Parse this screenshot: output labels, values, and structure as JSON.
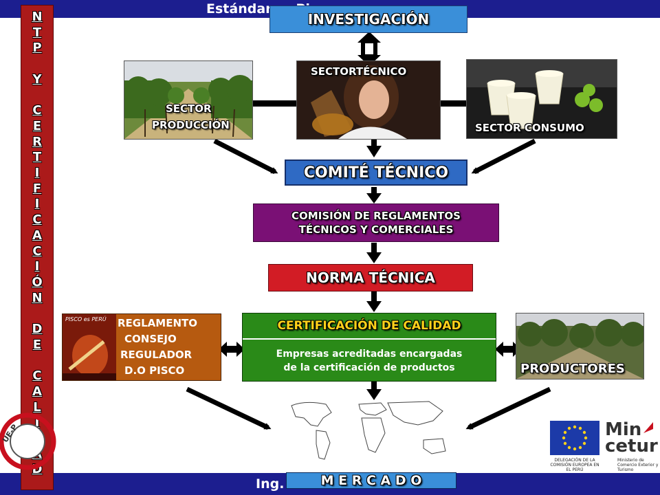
{
  "header": {
    "title": "Estándar ... Pisco"
  },
  "footer": {
    "author": "Ing."
  },
  "sidebar": {
    "vertical_text": [
      "N",
      "T",
      "P",
      "",
      "Y",
      "",
      "C",
      "E",
      "R",
      "T",
      "I",
      "F",
      "I",
      "C",
      "A",
      "C",
      "I",
      "Ó",
      "N",
      "",
      "D",
      "E",
      "",
      "C",
      "A",
      "L",
      "I",
      "D",
      "A",
      "D"
    ]
  },
  "nodes": {
    "investigacion": "INVESTIGACIÓN",
    "sector_tecnico": "SECTORTÉCNICO",
    "sector_produccion_1": "SECTOR",
    "sector_produccion_2": "PRODUCCIÓN",
    "sector_consumo": "SECTOR CONSUMO",
    "comite_tecnico": "COMITÉ TÉCNICO",
    "comision_1": "COMISIÓN DE REGLAMENTOS",
    "comision_2": "TÉCNICOS Y COMERCIALES",
    "norma_tecnica": "NORMA TÉCNICA",
    "certificacion_title": "CERTIFICACIÓN DE CALIDAD",
    "certificacion_body_1": "Empresas acreditadas encargadas",
    "certificacion_body_2": "de la certificación de productos",
    "reglamento": [
      "REGLAMENTO",
      "CONSEJO",
      "REGULADOR",
      "D.O PISCO"
    ],
    "productores": "PRODUCTORES",
    "mercado": "M E R C A D O",
    "pisco_label": "PISCO es PERÚ"
  },
  "logos": {
    "eu_caption": "DELEGACIÓN DE LA COMISIÓN EUROPEA EN EL PERÚ",
    "mincetur_1": "Min",
    "mincetur_2": "cetur",
    "mincetur_caption": "Ministerio de Comercio Exterior y Turismo",
    "ue_stamp": "UE-P"
  },
  "colors": {
    "bar_blue": "#1c1e8f",
    "sidebar_red": "#ab1a1a",
    "investigacion_blue": "#3a8fd9",
    "comite_blue": "#2f6ac4",
    "comision_purple": "#7a1075",
    "norma_red": "#d21c25",
    "cert_green": "#2a8a18",
    "reglamento_orange": "#b65a10",
    "eu_blue": "#1c3aa8",
    "mincetur_red": "#c8101e"
  }
}
